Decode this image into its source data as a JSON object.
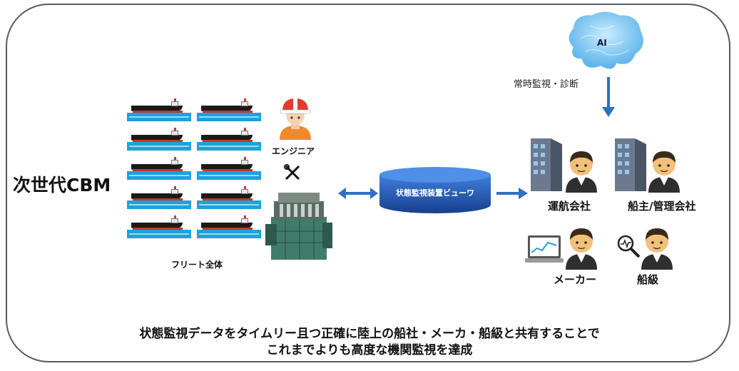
{
  "title": "次世代CBM",
  "fleet": {
    "label": "フリート全体",
    "ships": [
      {
        "row": 1,
        "col": 1
      },
      {
        "row": 1,
        "col": 2
      },
      {
        "row": 2,
        "col": 1
      },
      {
        "row": 2,
        "col": 2
      },
      {
        "row": 3,
        "col": 1
      },
      {
        "row": 3,
        "col": 2
      },
      {
        "row": 4,
        "col": 1
      },
      {
        "row": 4,
        "col": 2
      },
      {
        "row": 5,
        "col": 1
      },
      {
        "row": 5,
        "col": 2
      }
    ]
  },
  "engineer": {
    "label": "エンジニア",
    "tool_icon": "wrench-screwdriver-icon"
  },
  "engine": {
    "icon": "marine-engine-icon"
  },
  "viewer": {
    "label": "状態監視装置ビューワ"
  },
  "ai": {
    "label": "AI",
    "monitor_label": "常時監視・診断"
  },
  "stakeholders": {
    "operator": "運航会社",
    "owner": "船主/管理会社",
    "maker": "メーカー",
    "class": "船級"
  },
  "caption": {
    "line1": "状態監視データをタイムリー且つ正確に陸上の船社・メーカ・船級と共有することで",
    "line2": "これまでよりも高度な機関監視を達成"
  },
  "colors": {
    "water": "#1aa3dc",
    "arrow": "#2f6fc4",
    "cylinder": "#1f5cc0",
    "brain": "#8fd0f5",
    "engine": "#3f7d6a",
    "helmet": "#e23b2e",
    "suit": "#f08a2c"
  }
}
